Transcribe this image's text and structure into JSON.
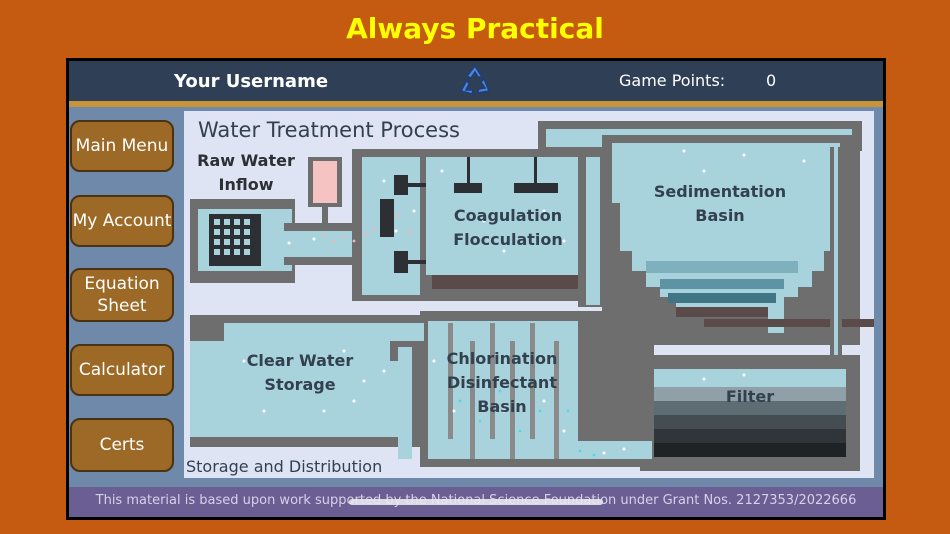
{
  "header": {
    "title": "Always Practical",
    "username": "Your Username",
    "points_label": "Game Points:",
    "points_value": "0",
    "logo_icon": "recycle-icon"
  },
  "sidebar": {
    "items": [
      {
        "label": "Main Menu"
      },
      {
        "label": "My Account"
      },
      {
        "label": "Equation Sheet"
      },
      {
        "label": "Calculator"
      },
      {
        "label": "Certs"
      }
    ]
  },
  "diagram": {
    "title": "Water Treatment Process",
    "stages": {
      "raw_water": "Raw Water Inflow",
      "coagulation": "Coagulation Flocculation",
      "sedimentation": "Sedimentation Basin",
      "filter": "Filter",
      "chlorination": "Chlorination Disinfectant Basin",
      "clear_water": "Clear Water Storage"
    },
    "section_label": "Storage and Distribution"
  },
  "footer": {
    "text": "This material is based upon work supported by the National Science Foundation under Grant Nos. 2127353/2022666"
  },
  "colors": {
    "background": "#c55a11",
    "title": "#ffff00",
    "topbar": "#2f3f56",
    "button": "#9c6a26",
    "water": "#a8d3dc",
    "wall": "#6e6e6e"
  }
}
